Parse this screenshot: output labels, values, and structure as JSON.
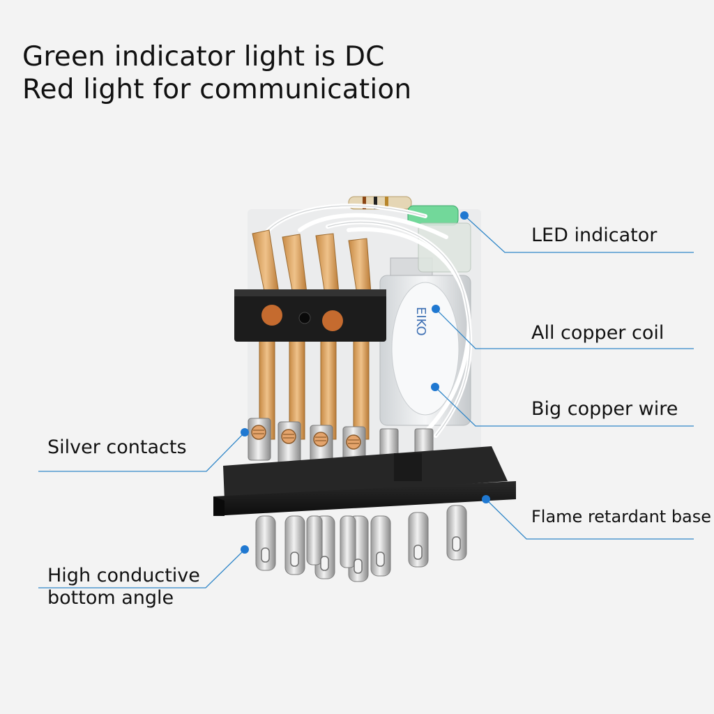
{
  "headline": {
    "line1": "Green indicator light is DC",
    "line2": "Red light for communication"
  },
  "callouts": {
    "led_indicator": "LED indicator",
    "copper_coil": "All copper coil",
    "copper_wire": "Big copper wire",
    "flame_base": "Flame retardant base",
    "silver_contacts": "Silver contacts",
    "bottom_angle_line1": "High conductive",
    "bottom_angle_line2": "bottom angle"
  },
  "colors": {
    "background": "#f3f3f3",
    "callout_line": "#2f86c8",
    "callout_dot": "#1f78d1",
    "base": "#1a1a1a",
    "copper": "#d49a55",
    "led_green": "#6fd693"
  }
}
